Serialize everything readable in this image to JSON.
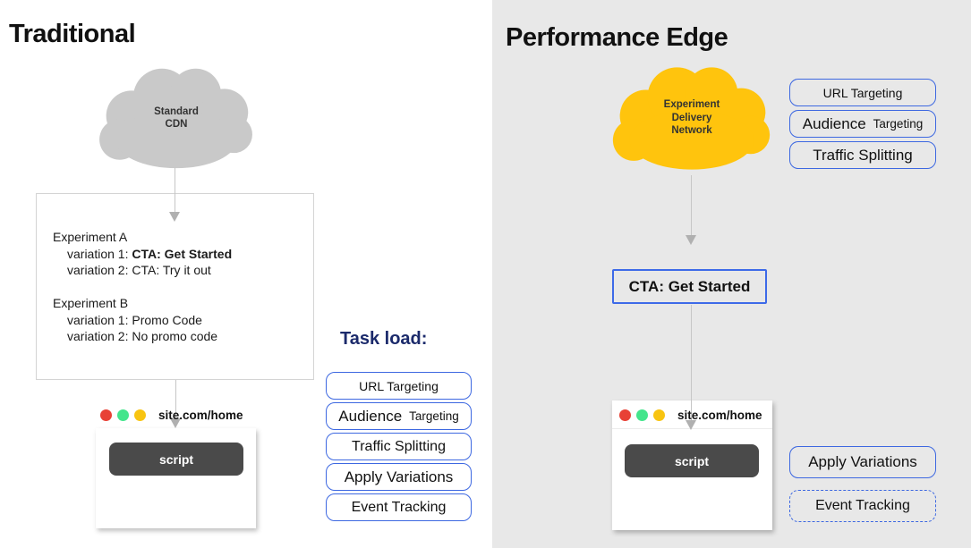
{
  "traditional": {
    "title": "Traditional",
    "cloud_lines": [
      "Standard",
      "CDN"
    ],
    "experiment_box": {
      "group_a_title": "Experiment A",
      "group_a_var1_label": "variation 1: ",
      "group_a_var1_value": "CTA: Get Started",
      "group_a_var2": "variation 2: CTA: Try it out",
      "group_b_title": "Experiment B",
      "group_b_var1": "variation 1: Promo Code",
      "group_b_var2": "variation 2: No promo code"
    },
    "browser": {
      "url": "site.com/home",
      "script_label": "script"
    },
    "task_load_label": "Task load:",
    "tasks": {
      "url": "URL Targeting",
      "audience_main": "Audience",
      "audience_secondary": "Targeting",
      "traffic": "Traffic Splitting",
      "apply": "Apply Variations",
      "event": "Event Tracking"
    }
  },
  "performance_edge": {
    "title": "Performance Edge",
    "cloud_lines": [
      "Experiment",
      "Delivery",
      "Network"
    ],
    "edge_tasks": {
      "url": "URL Targeting",
      "audience_main": "Audience",
      "audience_secondary": "Targeting",
      "traffic": "Traffic Splitting"
    },
    "cta_label": "CTA: Get Started",
    "browser": {
      "url": "site.com/home",
      "script_label": "script"
    },
    "client_tasks": {
      "apply": "Apply Variations",
      "event": "Event Tracking"
    }
  },
  "colors": {
    "accent_blue": "#3d68e1",
    "task_load_navy": "#1b2a6b",
    "cloud_gray": "#c9c9c9",
    "cloud_yellow": "#ffc40d",
    "right_panel_bg": "#e8e8e8",
    "script_dark": "#4a4a4a",
    "dot_red": "#e84135",
    "dot_green": "#44e58c",
    "dot_yellow": "#f8c411",
    "arrow_gray": "#b0b0b0"
  }
}
